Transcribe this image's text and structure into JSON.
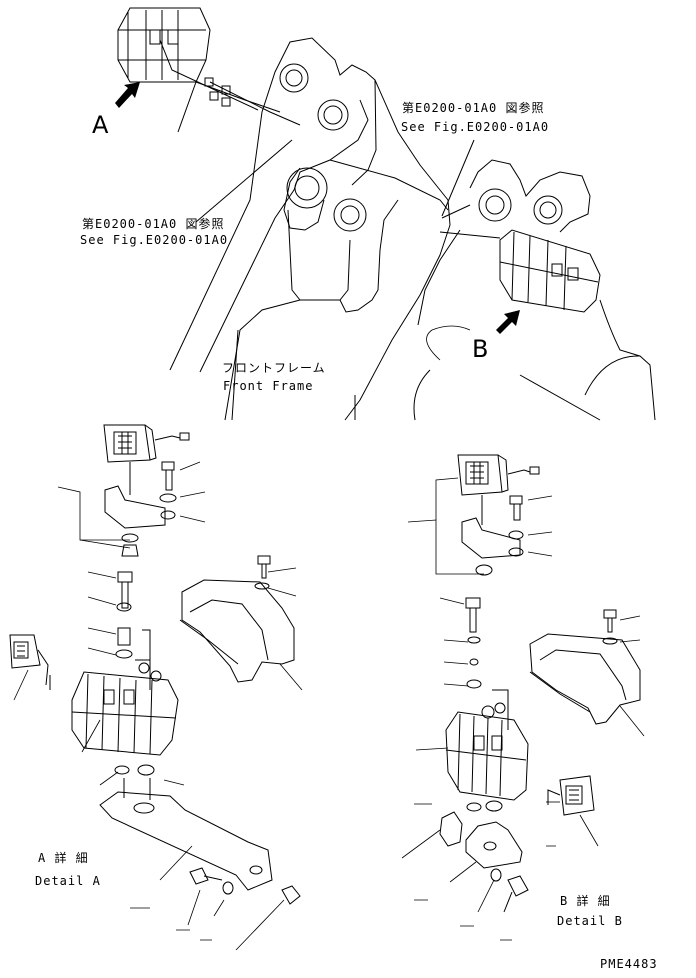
{
  "labels": {
    "view_a_marker": "A",
    "view_b_marker": "B",
    "ref_top_jp": "第E0200-01A0 図参照",
    "ref_top_en": "See Fig.E0200-01A0",
    "ref_left_jp": "第E0200-01A0 図参照",
    "ref_left_en": "See Fig.E0200-01A0",
    "frame_jp": "フロントフレーム",
    "frame_en": "Front Frame",
    "detail_a_jp": "A 詳 細",
    "detail_a_en": "Detail A",
    "detail_b_jp": "B 詳 細",
    "detail_b_en": "Detail B",
    "drawing_code": "PME4483"
  }
}
